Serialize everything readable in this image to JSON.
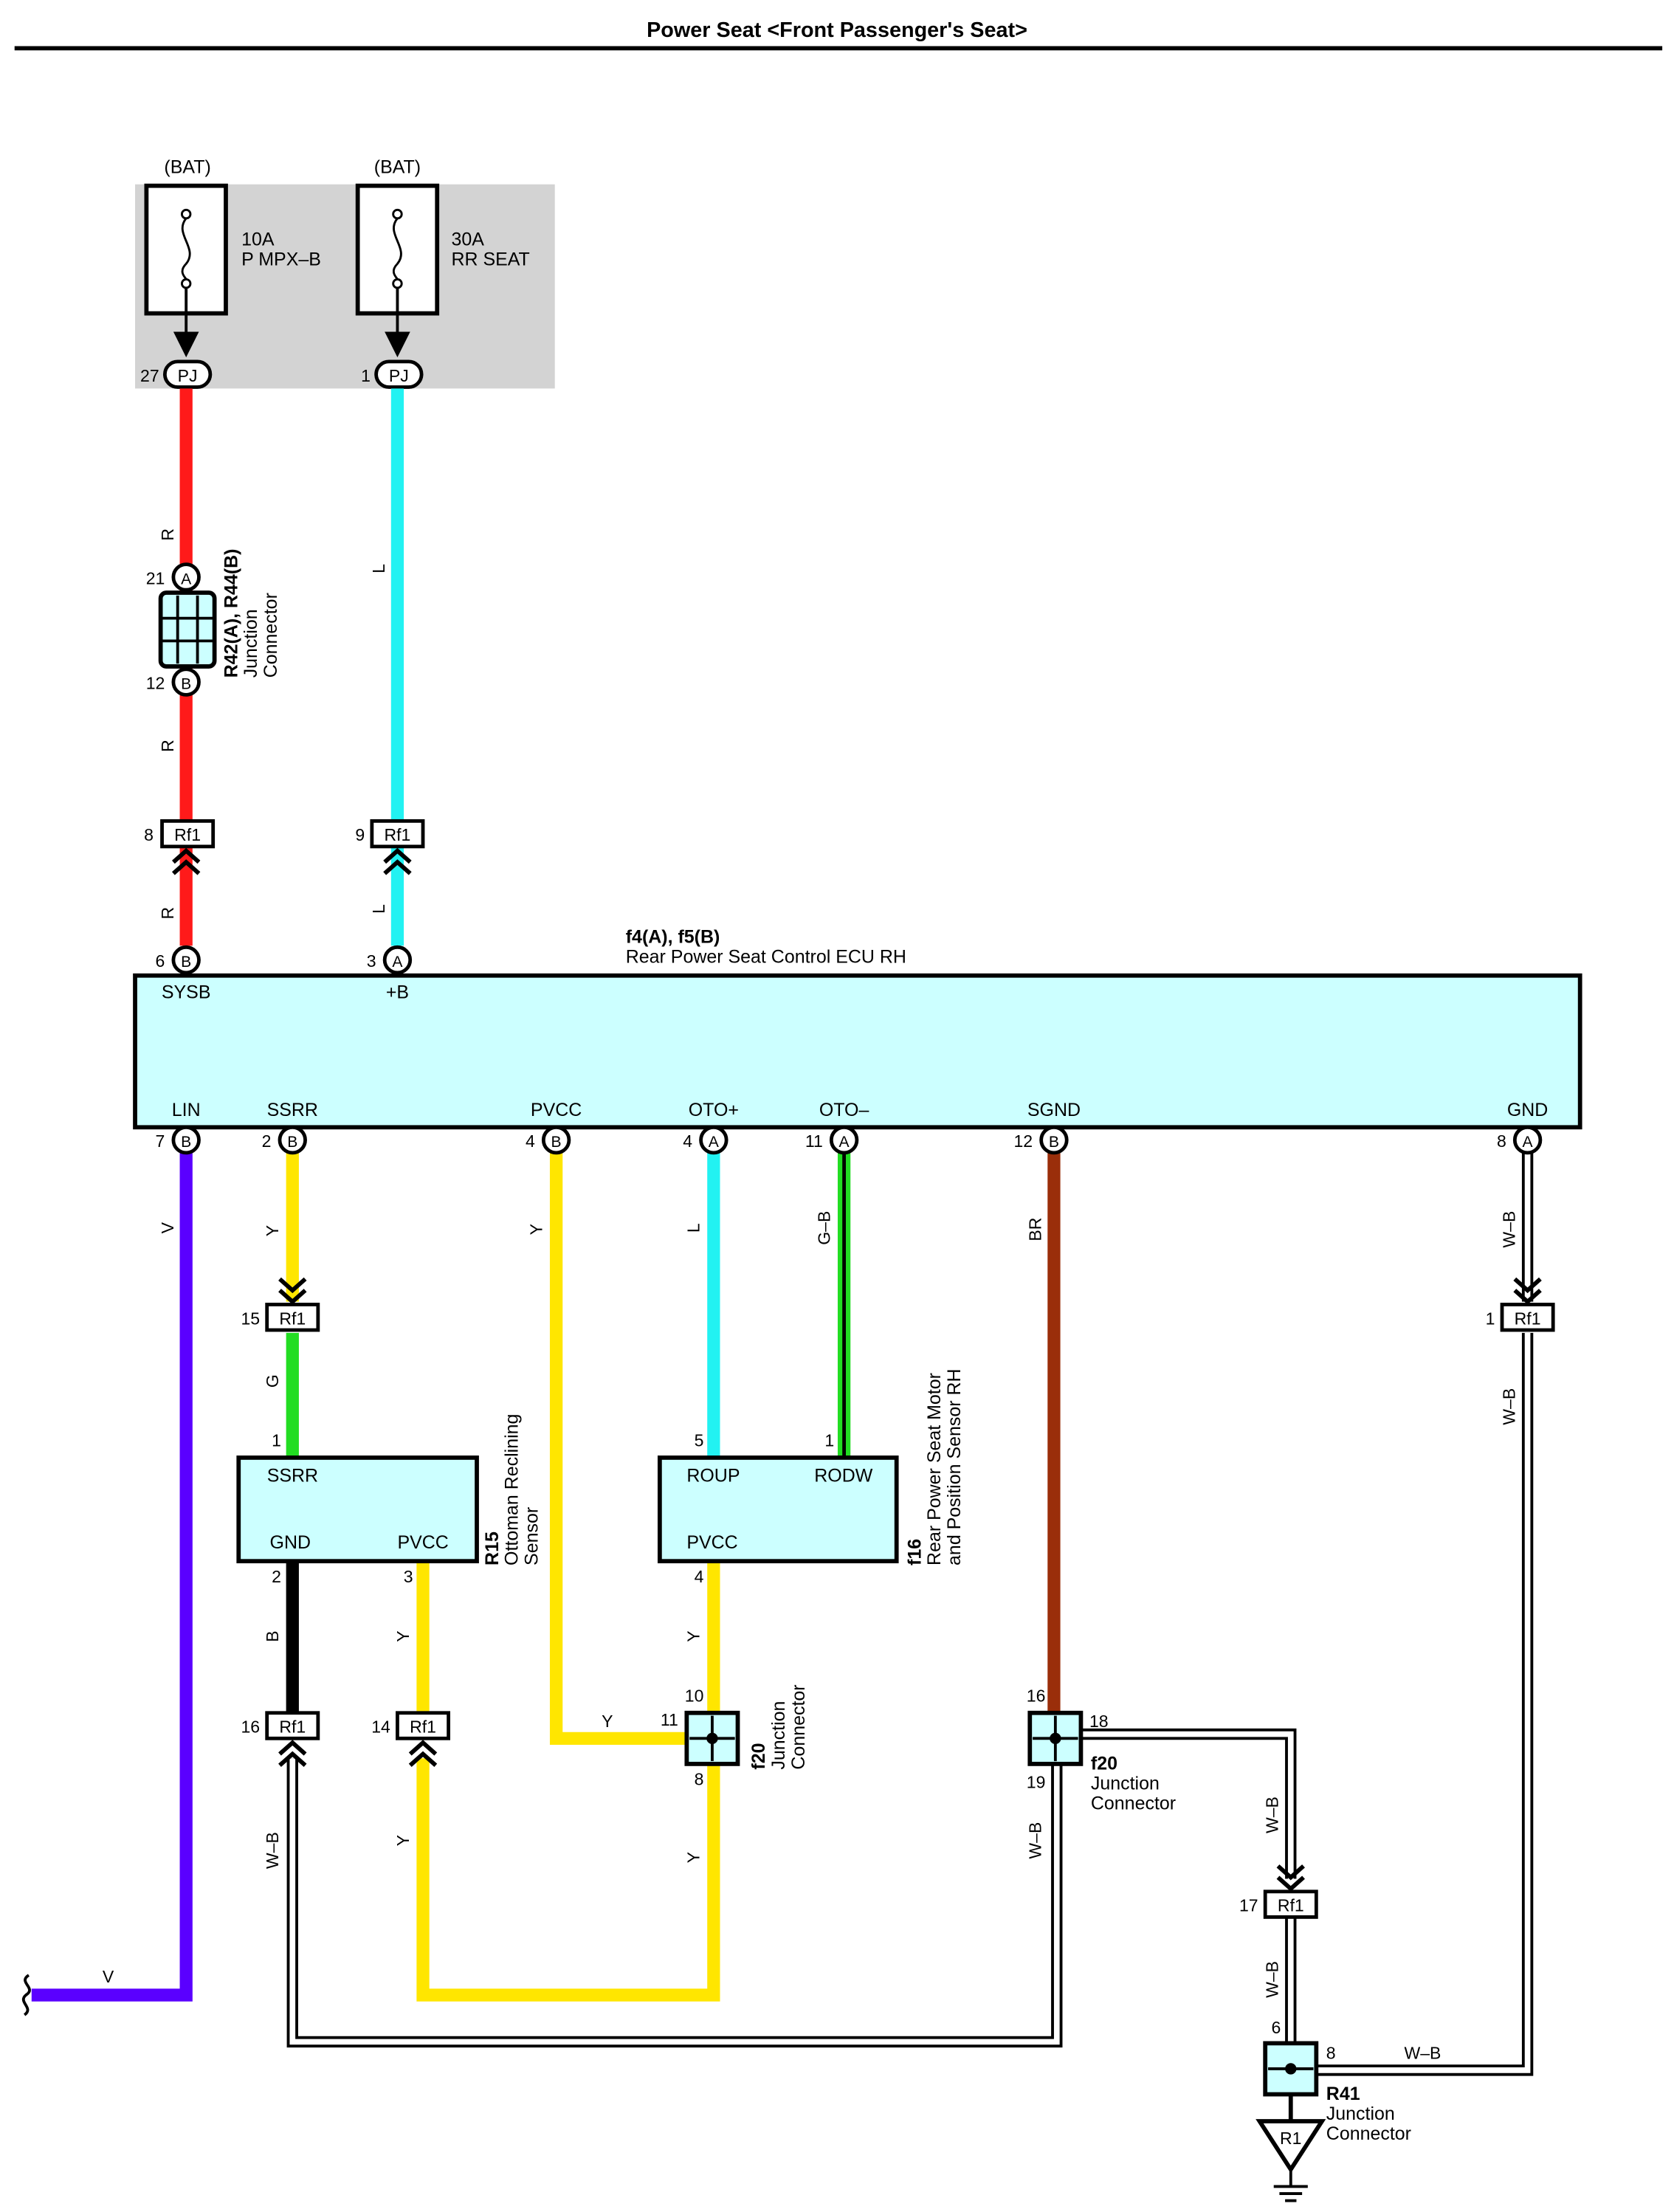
{
  "title": "Power Seat <Front Passenger's Seat>",
  "fuses": [
    {
      "source": "(BAT)",
      "rating": "10A",
      "name": "P MPX–B",
      "pin": "27",
      "conn": "PJ"
    },
    {
      "source": "(BAT)",
      "rating": "30A",
      "name": "RR SEAT",
      "pin": "1",
      "conn": "PJ"
    }
  ],
  "ecu": {
    "id": "f4(A), f5(B)",
    "name": "Rear Power Seat Control ECU RH",
    "top_terms": [
      {
        "pin": "6",
        "conn": "B",
        "label": "SYSB"
      },
      {
        "pin": "3",
        "conn": "A",
        "label": "+B"
      }
    ],
    "bottom_terms": [
      {
        "pin": "7",
        "conn": "B",
        "label": "LIN"
      },
      {
        "pin": "2",
        "conn": "B",
        "label": "SSRR"
      },
      {
        "pin": "4",
        "conn": "B",
        "label": "PVCC"
      },
      {
        "pin": "4",
        "conn": "A",
        "label": "OTO+"
      },
      {
        "pin": "11",
        "conn": "A",
        "label": "OTO–"
      },
      {
        "pin": "12",
        "conn": "B",
        "label": "SGND"
      },
      {
        "pin": "8",
        "conn": "A",
        "label": "GND"
      }
    ]
  },
  "jc_r42": {
    "id": "R42(A), R44(B)",
    "l1": "Junction",
    "l2": "Connector",
    "pin_in": "21",
    "conn_in": "A",
    "pin_out": "12",
    "conn_out": "B"
  },
  "r15": {
    "id": "R15",
    "l1": "Ottoman Reclining",
    "l2": "Sensor",
    "pins": [
      {
        "pin": "1",
        "label": "SSRR"
      },
      {
        "pin": "2",
        "label": "GND"
      },
      {
        "pin": "3",
        "label": "PVCC"
      }
    ]
  },
  "f16": {
    "id": "f16",
    "l1": "Rear Power Seat Motor",
    "l2": "and Position Sensor RH",
    "pins": [
      {
        "pin": "5",
        "label": "ROUP"
      },
      {
        "pin": "1",
        "label": "RODW"
      },
      {
        "pin": "4",
        "label": "PVCC"
      }
    ]
  },
  "jc_f20a": {
    "id": "f20",
    "l1": "Junction",
    "l2": "Connector",
    "p_top": "10",
    "p_left": "11",
    "p_bot": "8"
  },
  "jc_f20b": {
    "id": "f20",
    "l1": "Junction",
    "l2": "Connector",
    "p_top": "16",
    "p_right": "18",
    "p_bot": "19"
  },
  "jc_r41": {
    "id": "R41",
    "l1": "Junction",
    "l2": "Connector",
    "p_top": "6",
    "p_right": "8"
  },
  "ground": {
    "label": "R1"
  },
  "inline_connectors": [
    {
      "pin": "8",
      "label": "Rf1"
    },
    {
      "pin": "9",
      "label": "Rf1"
    },
    {
      "pin": "15",
      "label": "Rf1"
    },
    {
      "pin": "1",
      "label": "Rf1"
    },
    {
      "pin": "16",
      "label": "Rf1"
    },
    {
      "pin": "14",
      "label": "Rf1"
    },
    {
      "pin": "17",
      "label": "Rf1"
    }
  ],
  "wire_colors": {
    "R": "#ff1a1a",
    "L": "#22f2f2",
    "V": "#5a00ff",
    "Y": "#ffe600",
    "G": "#22dd22",
    "G-B": "#22dd22",
    "B": "#000000",
    "BR": "#9a2e0a",
    "W-B": "#ffffff",
    "ecu_fill": "#ccffff",
    "fuse_bg": "#d3d3d3"
  },
  "wire_labels": {
    "r1": "R",
    "r2": "R",
    "r3": "R",
    "l1": "L",
    "l2": "L",
    "v1": "V",
    "v2": "V",
    "ssrr_y": "Y",
    "ssrr_g": "G",
    "pvcc_y1": "Y",
    "pvcc_y2": "Y",
    "oto_l": "L",
    "oto_gb": "G–B",
    "sgnd_br": "BR",
    "gnd_wb1": "W–B",
    "gnd_wb2": "W–B",
    "r15_b": "B",
    "r15_y": "Y",
    "f16_y": "Y",
    "y_loop": "Y",
    "f20_y": "Y",
    "wb_left": "W–B",
    "wb_f20": "W–B",
    "wb_a": "W–B",
    "wb_b": "W–B",
    "wb_c": "W–B"
  }
}
